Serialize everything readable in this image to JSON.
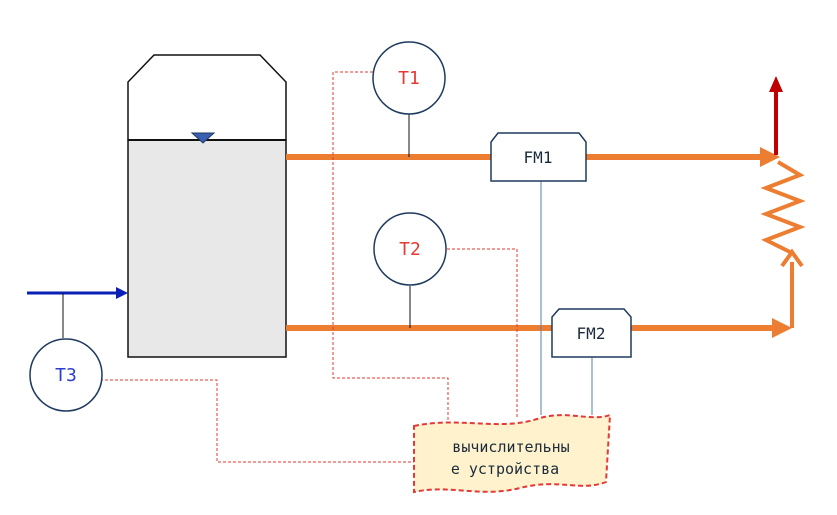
{
  "sensors": {
    "t1": "T1",
    "t2": "T2",
    "t3": "T3"
  },
  "flowmeters": {
    "fm1": "FM1",
    "fm2": "FM2"
  },
  "computer": {
    "line1": "вычислительны",
    "line2": "е устройства"
  },
  "colors": {
    "pipe": "#ed7d31",
    "sensor_outline": "#1f3a5f",
    "sensor_text": "#e53935",
    "t3_text": "#2a3fd1",
    "inlet_arrow": "#0a1fb5",
    "outlet_arrow": "#c00000",
    "signal_line": "#e53935",
    "tank_fill": "#e8e8e8",
    "computer_fill": "#fff2cc"
  }
}
